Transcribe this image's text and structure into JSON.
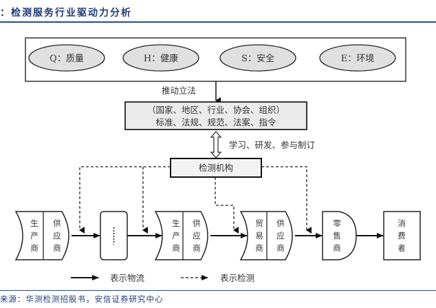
{
  "header": {
    "title": "：检测服务行业驱动力分析"
  },
  "drivers": [
    {
      "label": "Q：质量"
    },
    {
      "label": "H：健康"
    },
    {
      "label": "S：安全"
    },
    {
      "label": "E：环境"
    }
  ],
  "push_label": "推动立法",
  "standards_box": {
    "line1": "（国家、地区、行业、协会、组织）",
    "line2": "标准、法规、规范、法案、指令"
  },
  "learn_label": "学习、研发、参与制订",
  "testing_agency": "检测机构",
  "chain": {
    "producer1": {
      "left": [
        "生",
        "产",
        "商"
      ],
      "right": [
        "供",
        "应",
        "商"
      ]
    },
    "ellipsis": "⋮",
    "producer2": {
      "left": [
        "生",
        "产",
        "商"
      ],
      "right": [
        "供",
        "应",
        "商"
      ]
    },
    "trader": {
      "left": [
        "贸",
        "易",
        "商"
      ],
      "right": [
        "供",
        "应",
        "商"
      ]
    },
    "retailer": [
      "零",
      "售",
      "商"
    ],
    "consumer": [
      "消",
      "费",
      "者"
    ]
  },
  "legend": {
    "logistics": "表示物流",
    "testing": "表示检测"
  },
  "source": "来源：华测检测招股书，安信证券研究中心",
  "colors": {
    "title_blue": "#1f3a7a",
    "rule_blue": "#2a4a8c",
    "ellipse_fill": "#e0e0e0",
    "box_fill": "#ebebeb"
  }
}
